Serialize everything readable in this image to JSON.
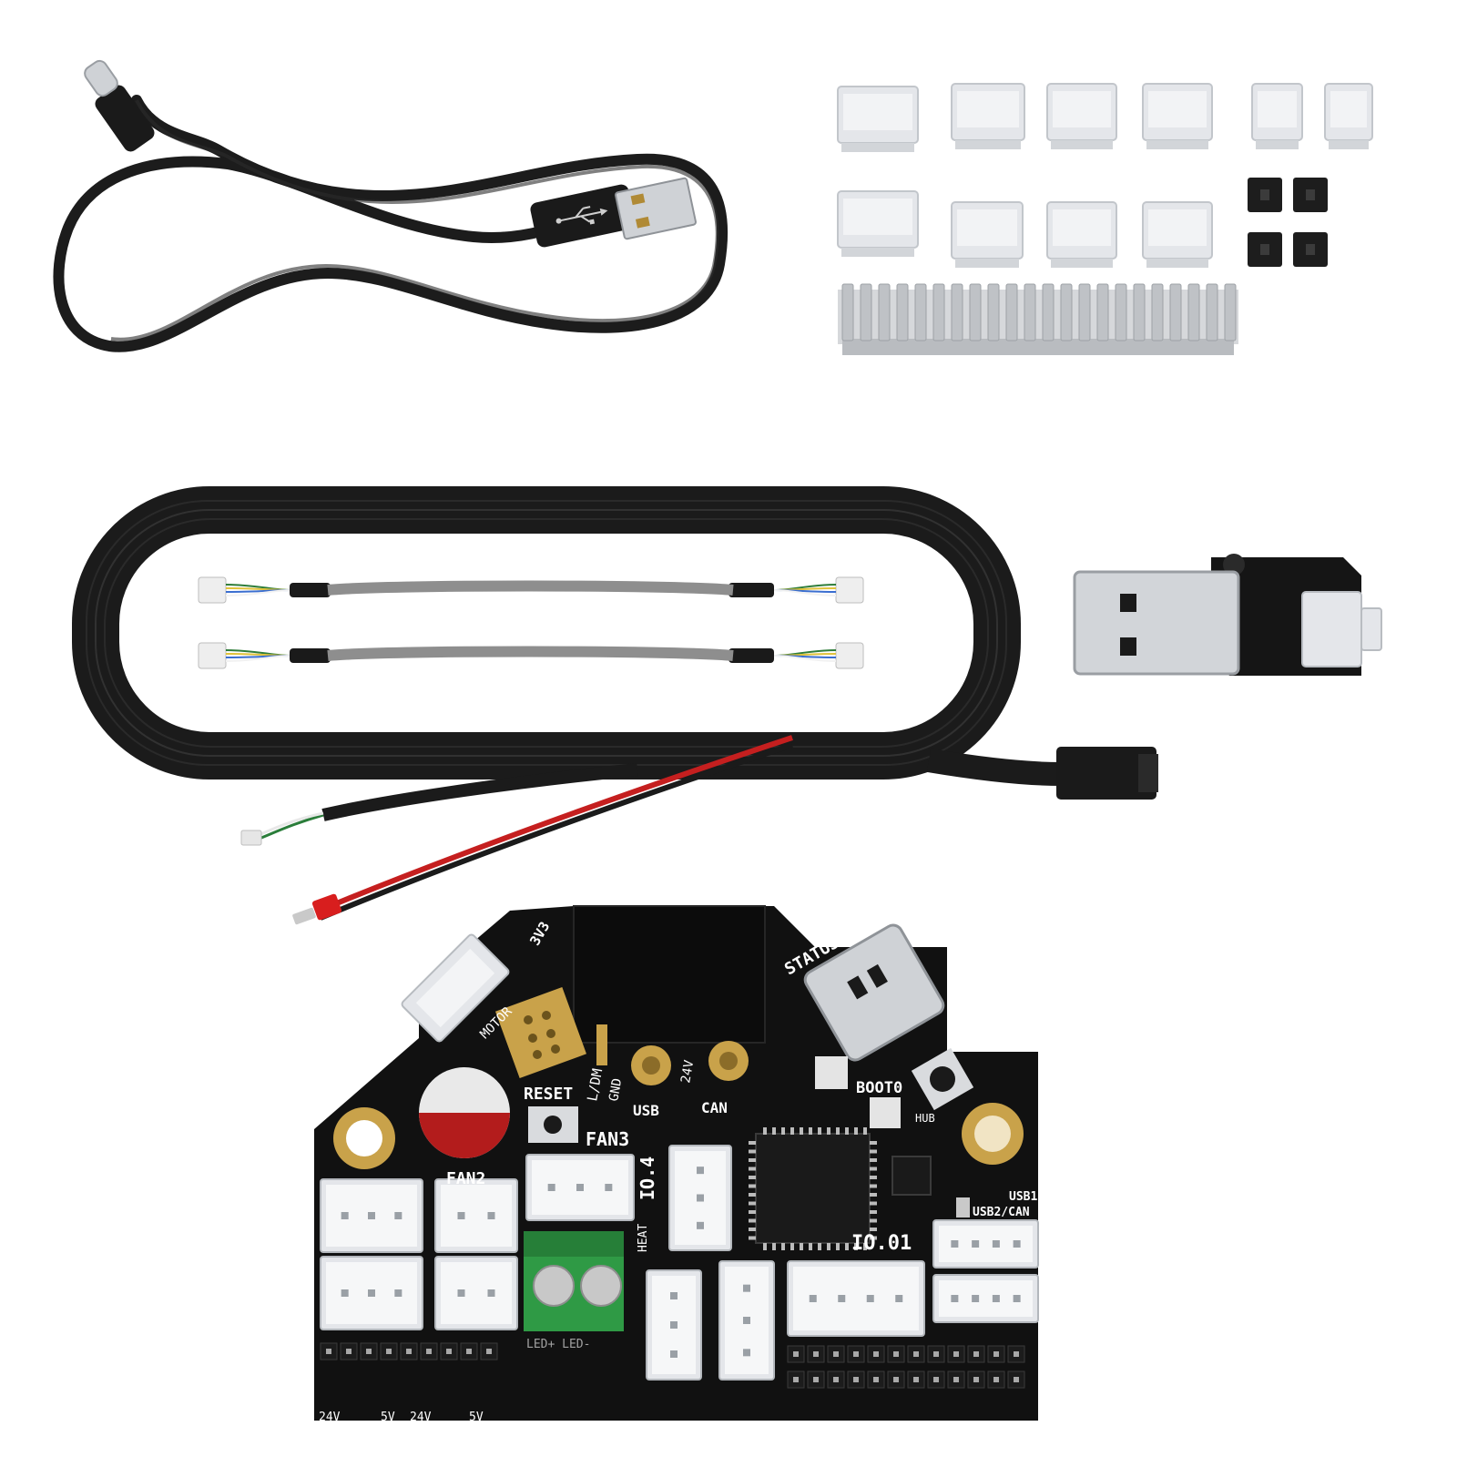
{
  "board": {
    "labels": {
      "v3": "3V3",
      "motor": "MOTOR",
      "status": "STATUS",
      "reset": "RESET",
      "fan2": "FAN2",
      "fan3": "FAN3",
      "io4": "IO.4",
      "io01": "IO.01",
      "ldm": "L/DM",
      "gnd": "GND",
      "v24": "24V",
      "usb": "USB",
      "can": "CAN",
      "boot0": "BOOT0",
      "hub": "HUB",
      "usb1": "USB1",
      "usb2can": "USB2/CAN",
      "heat": "HEAT",
      "led": "LED+ LED-",
      "bottom": [
        "24V",
        "5V",
        "24V",
        "5V"
      ]
    }
  },
  "colors": {
    "pcb": "#111111",
    "cable": "#1b1b1b",
    "connector": "#e4e6ea",
    "gold": "#c9a24a",
    "terminal": "#2f9a45"
  },
  "icons": {
    "usb_logo": "usb-trident-icon"
  }
}
